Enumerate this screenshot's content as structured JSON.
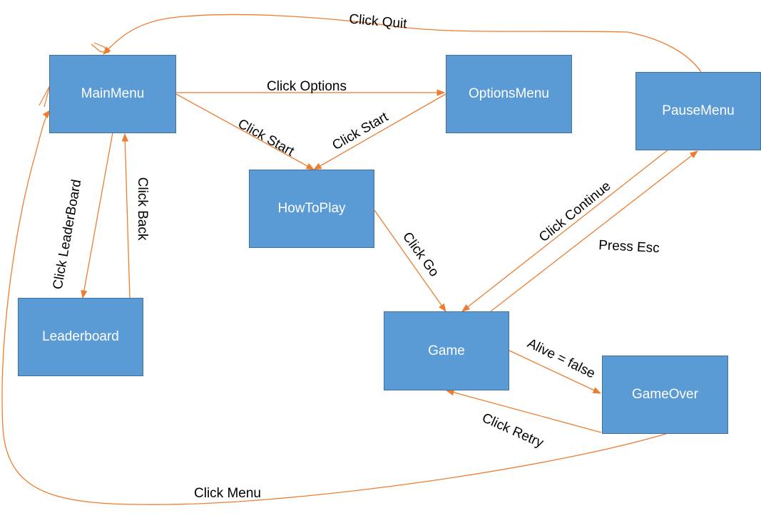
{
  "colors": {
    "node_fill": "#5b9bd5",
    "node_border": "#41719c",
    "edge": "#ed7d31",
    "node_text": "#ffffff",
    "label_text": "#000000"
  },
  "nodes": {
    "main_menu": "MainMenu",
    "options_menu": "OptionsMenu",
    "pause_menu": "PauseMenu",
    "how_to_play": "HowToPlay",
    "leaderboard": "Leaderboard",
    "game": "Game",
    "game_over": "GameOver"
  },
  "edges": {
    "click_options": "Click Options",
    "click_start_main": "Click Start",
    "click_start_options": "Click Start",
    "click_leaderboard": "Click LeaderBoard",
    "click_back": "Click Back",
    "click_go": "Click Go",
    "click_continue": "Click Continue",
    "press_esc": "Press Esc",
    "alive_false": "Alive = false",
    "click_retry": "Click Retry",
    "click_quit": "Click Quit",
    "click_menu": "Click Menu"
  }
}
